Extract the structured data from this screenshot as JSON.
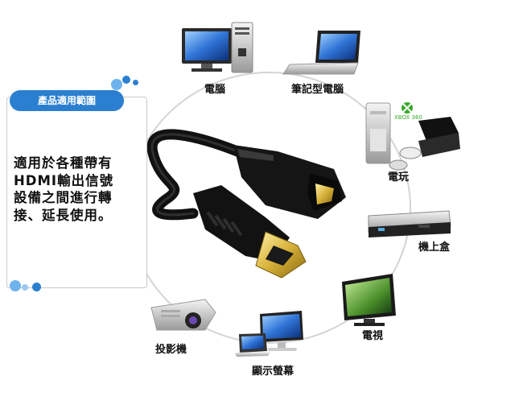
{
  "panel": {
    "tag": "產品適用範圍",
    "lines": [
      "適用於各種帶有",
      "HDMI輸出信號",
      "設備之間進行轉",
      "接、延長使用。"
    ]
  },
  "devices": {
    "desktop": "電腦",
    "laptop": "筆記型電腦",
    "console": "電玩",
    "console_badge": "XBOX 360",
    "settopbox": "機上盒",
    "tv": "電視",
    "monitor": "顯示螢幕",
    "projector": "投影機"
  },
  "colors": {
    "accent": "#2b7fd0",
    "ring": "#cfcfcf",
    "gold": "#d8b23a"
  }
}
